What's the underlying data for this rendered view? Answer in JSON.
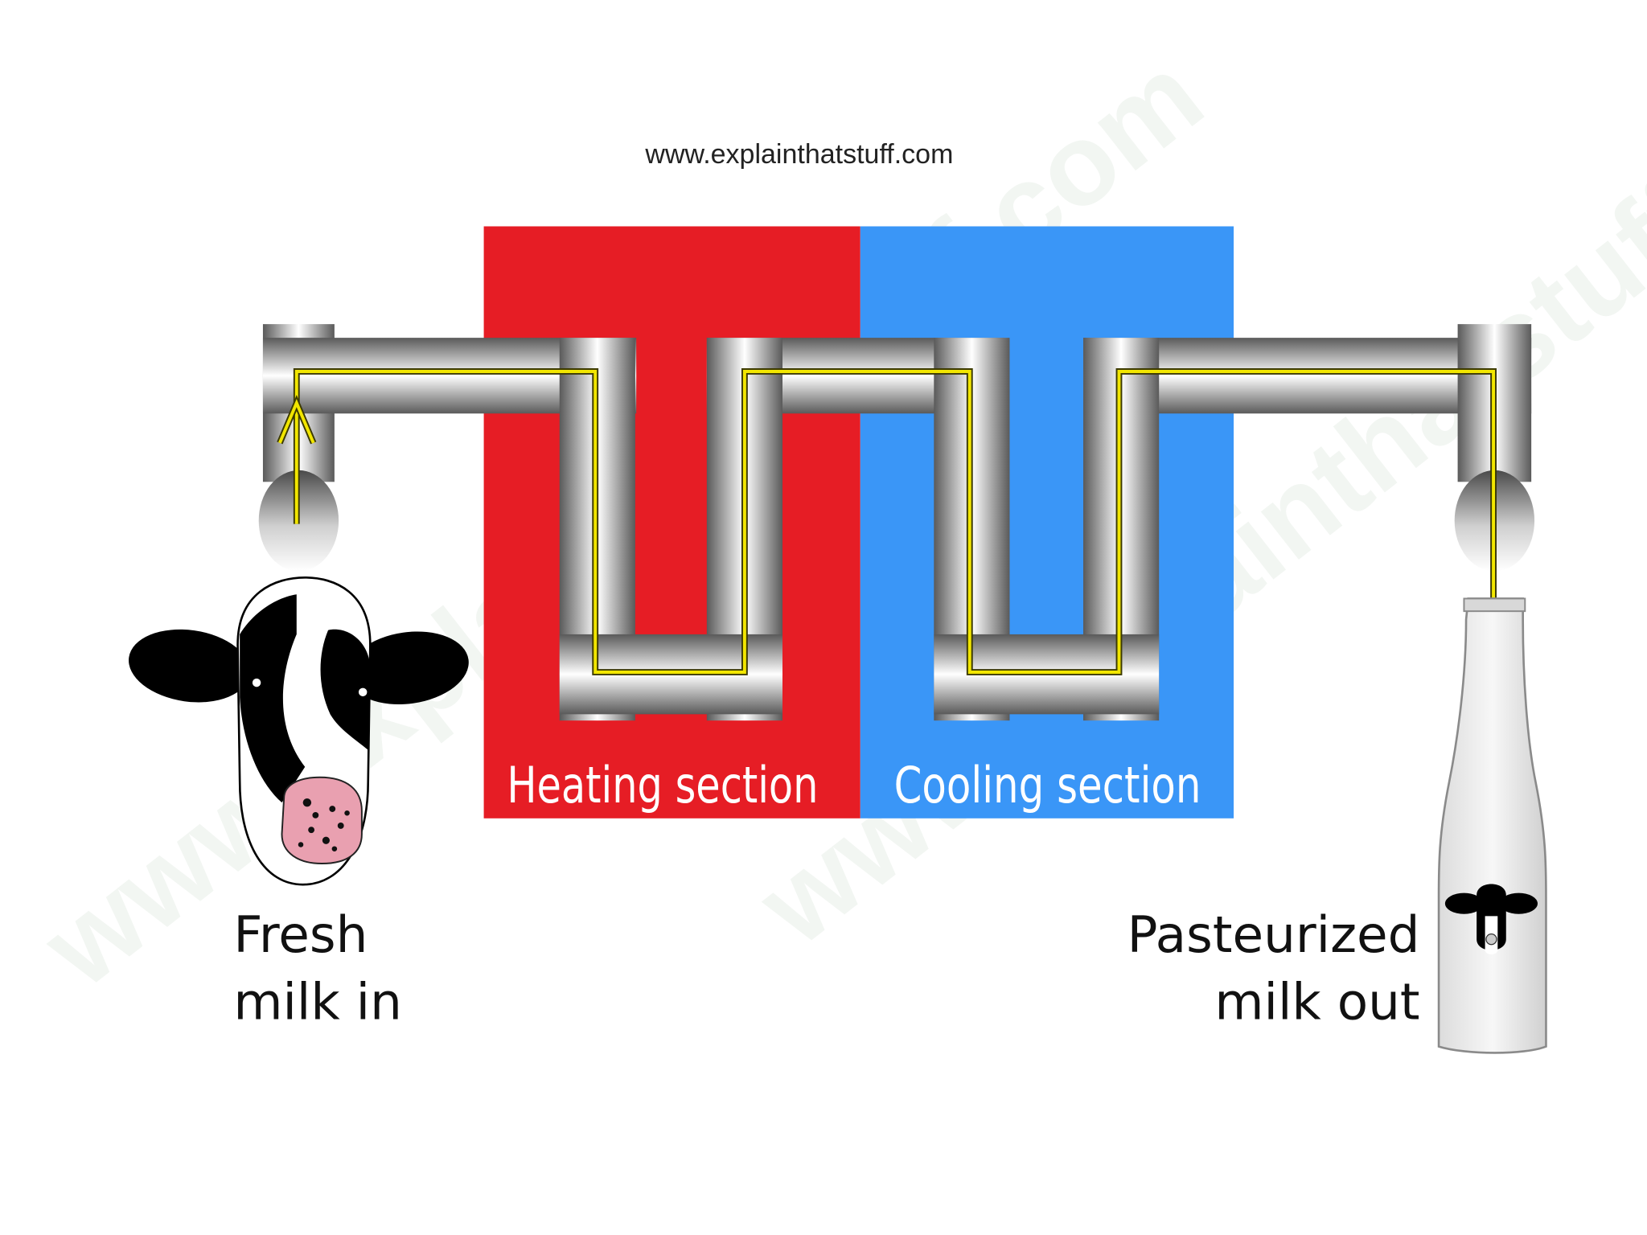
{
  "source": {
    "url_text": "www.explainthatstuff.com"
  },
  "sections": {
    "heating": {
      "label": "Heating section",
      "color": "#e61d25"
    },
    "cooling": {
      "label": "Cooling section",
      "color": "#3a96f7"
    }
  },
  "input": {
    "label_lines": [
      "Fresh",
      "milk in"
    ],
    "icon": "cow-head-icon"
  },
  "output": {
    "label_lines": [
      "Pasteurized",
      "milk out"
    ],
    "icon": "milk-bottle-icon"
  },
  "flow": {
    "color": "#f2e600",
    "direction": "left-to-right"
  },
  "watermark": {
    "text": "www.explainthatstuff.com",
    "color": "#e6efe6"
  }
}
